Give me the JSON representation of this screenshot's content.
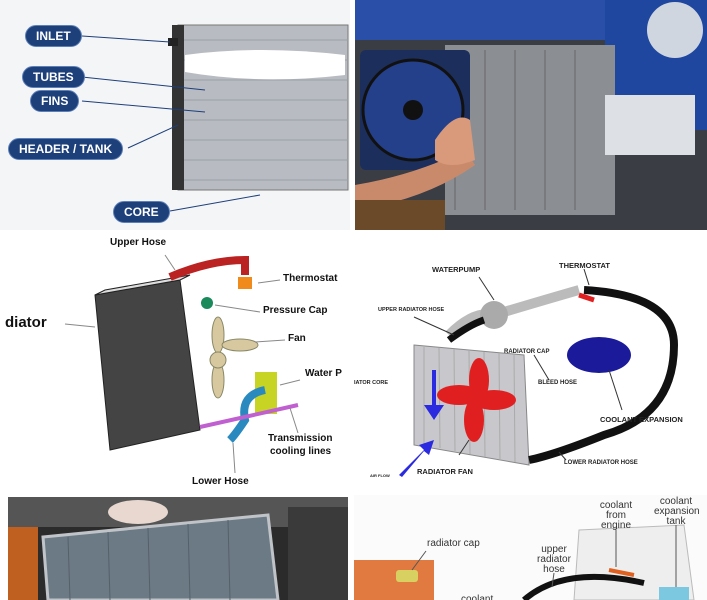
{
  "panel1": {
    "labels": [
      "INLET",
      "TUBES",
      "FINS",
      "HEADER / TANK",
      "CORE"
    ],
    "pill_color": "#1d3f7a"
  },
  "panel2": {},
  "panel3": {
    "labels": {
      "upper_hose": "Upper Hose",
      "thermostat": "Thermostat",
      "radiator": "diator",
      "pressure_cap": "Pressure Cap",
      "fan": "Fan",
      "water_pump": "Water P",
      "transmission": "Transmission",
      "transmission2": "cooling lines",
      "lower_hose": "Lower Hose"
    }
  },
  "panel4": {
    "labels": {
      "waterpump": "WATERPUMP",
      "thermostat": "THERMOSTAT",
      "upper_hose": "UPPER RADIATOR HOSE",
      "radiator_cap": "RADIATOR CAP",
      "core": "IATOR CORE",
      "bleed": "BLEED HOSE",
      "coolant_exp": "COOLANT EXPANSION",
      "airflow": "AIR FLOW",
      "fan": "RADIATOR FAN",
      "lower_hose": "LOWER RADIATOR HOSE"
    }
  },
  "panel5": {},
  "panel6": {
    "labels": {
      "cap": "radiator cap",
      "upper_hose": "upper radiator hose",
      "from_engine": "coolant from engine",
      "exp_tank": "coolant expansion tank",
      "coolant": "coolant"
    }
  }
}
